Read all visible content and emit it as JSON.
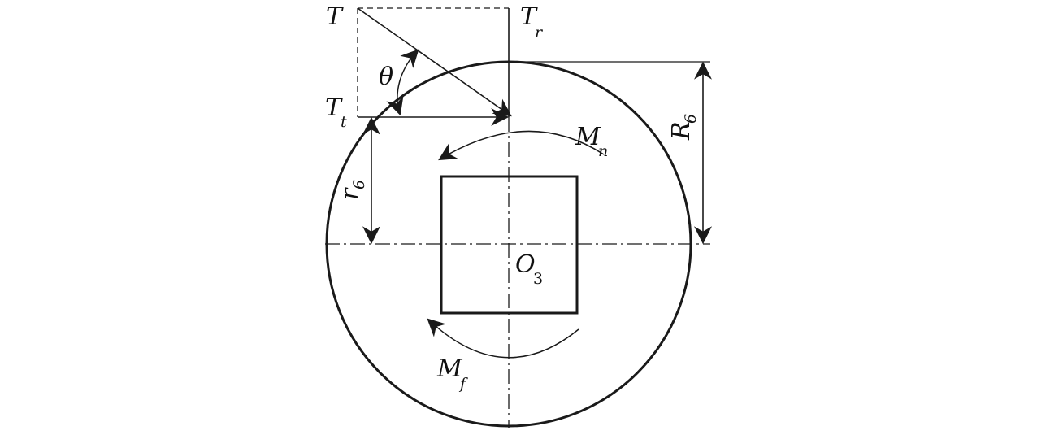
{
  "diagram": {
    "labels": {
      "T": "T",
      "Tr_main": "T",
      "Tr_sub": "r",
      "Tt_main": "T",
      "Tt_sub": "t",
      "theta": "θ",
      "R6_main": "R",
      "R6_sub": "6",
      "r6_main": "r",
      "r6_sub": "6",
      "Mn_main": "M",
      "Mn_sub": "n",
      "Mf_main": "M",
      "Mf_sub": "f",
      "O3_main": "O",
      "O3_sub": "3"
    },
    "colors": {
      "stroke": "#1a1a1a",
      "background": "#ffffff"
    }
  }
}
